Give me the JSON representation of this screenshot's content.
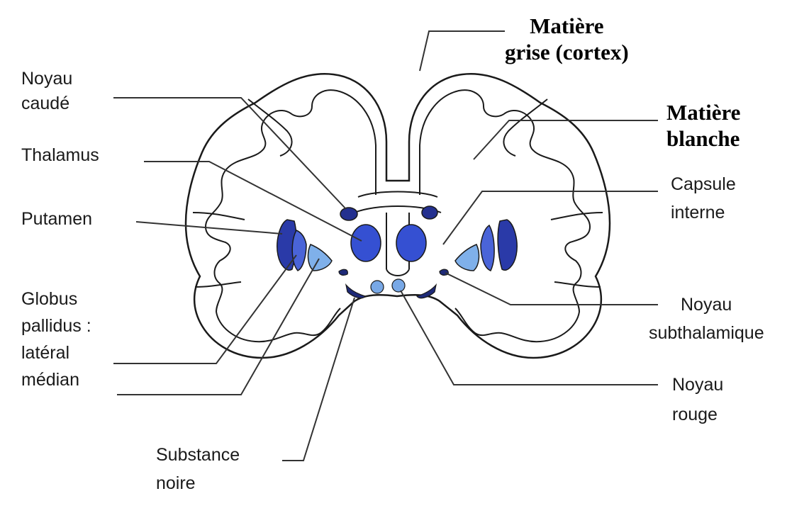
{
  "labels": {
    "noyau_caude": [
      "Noyau",
      "caudé"
    ],
    "thalamus": [
      "Thalamus"
    ],
    "putamen": [
      "Putamen"
    ],
    "globus": [
      "Globus",
      "pallidus :",
      "latéral",
      "médian"
    ],
    "substance_noire": [
      "Substance",
      "noire"
    ],
    "matiere_grise": [
      "Matière",
      "grise (cortex)"
    ],
    "matiere_blanche": [
      "Matière",
      "blanche"
    ],
    "capsule_interne": [
      "Capsule",
      "interne"
    ],
    "noyau_subthalamique": [
      "Noyau",
      "subthalamique"
    ],
    "noyau_rouge": [
      "Noyau",
      "rouge"
    ]
  },
  "colors": {
    "putamen": "#2a3aa8",
    "globus_lateral": "#4a64d8",
    "globus_median": "#7fb0ea",
    "thalamus": "#3550d2",
    "caudate": "#24308f",
    "red_nucleus": "#78a8e6",
    "subthalamic": "#1e2a78",
    "outline": "#1a1a1a",
    "leader": "#333333"
  }
}
